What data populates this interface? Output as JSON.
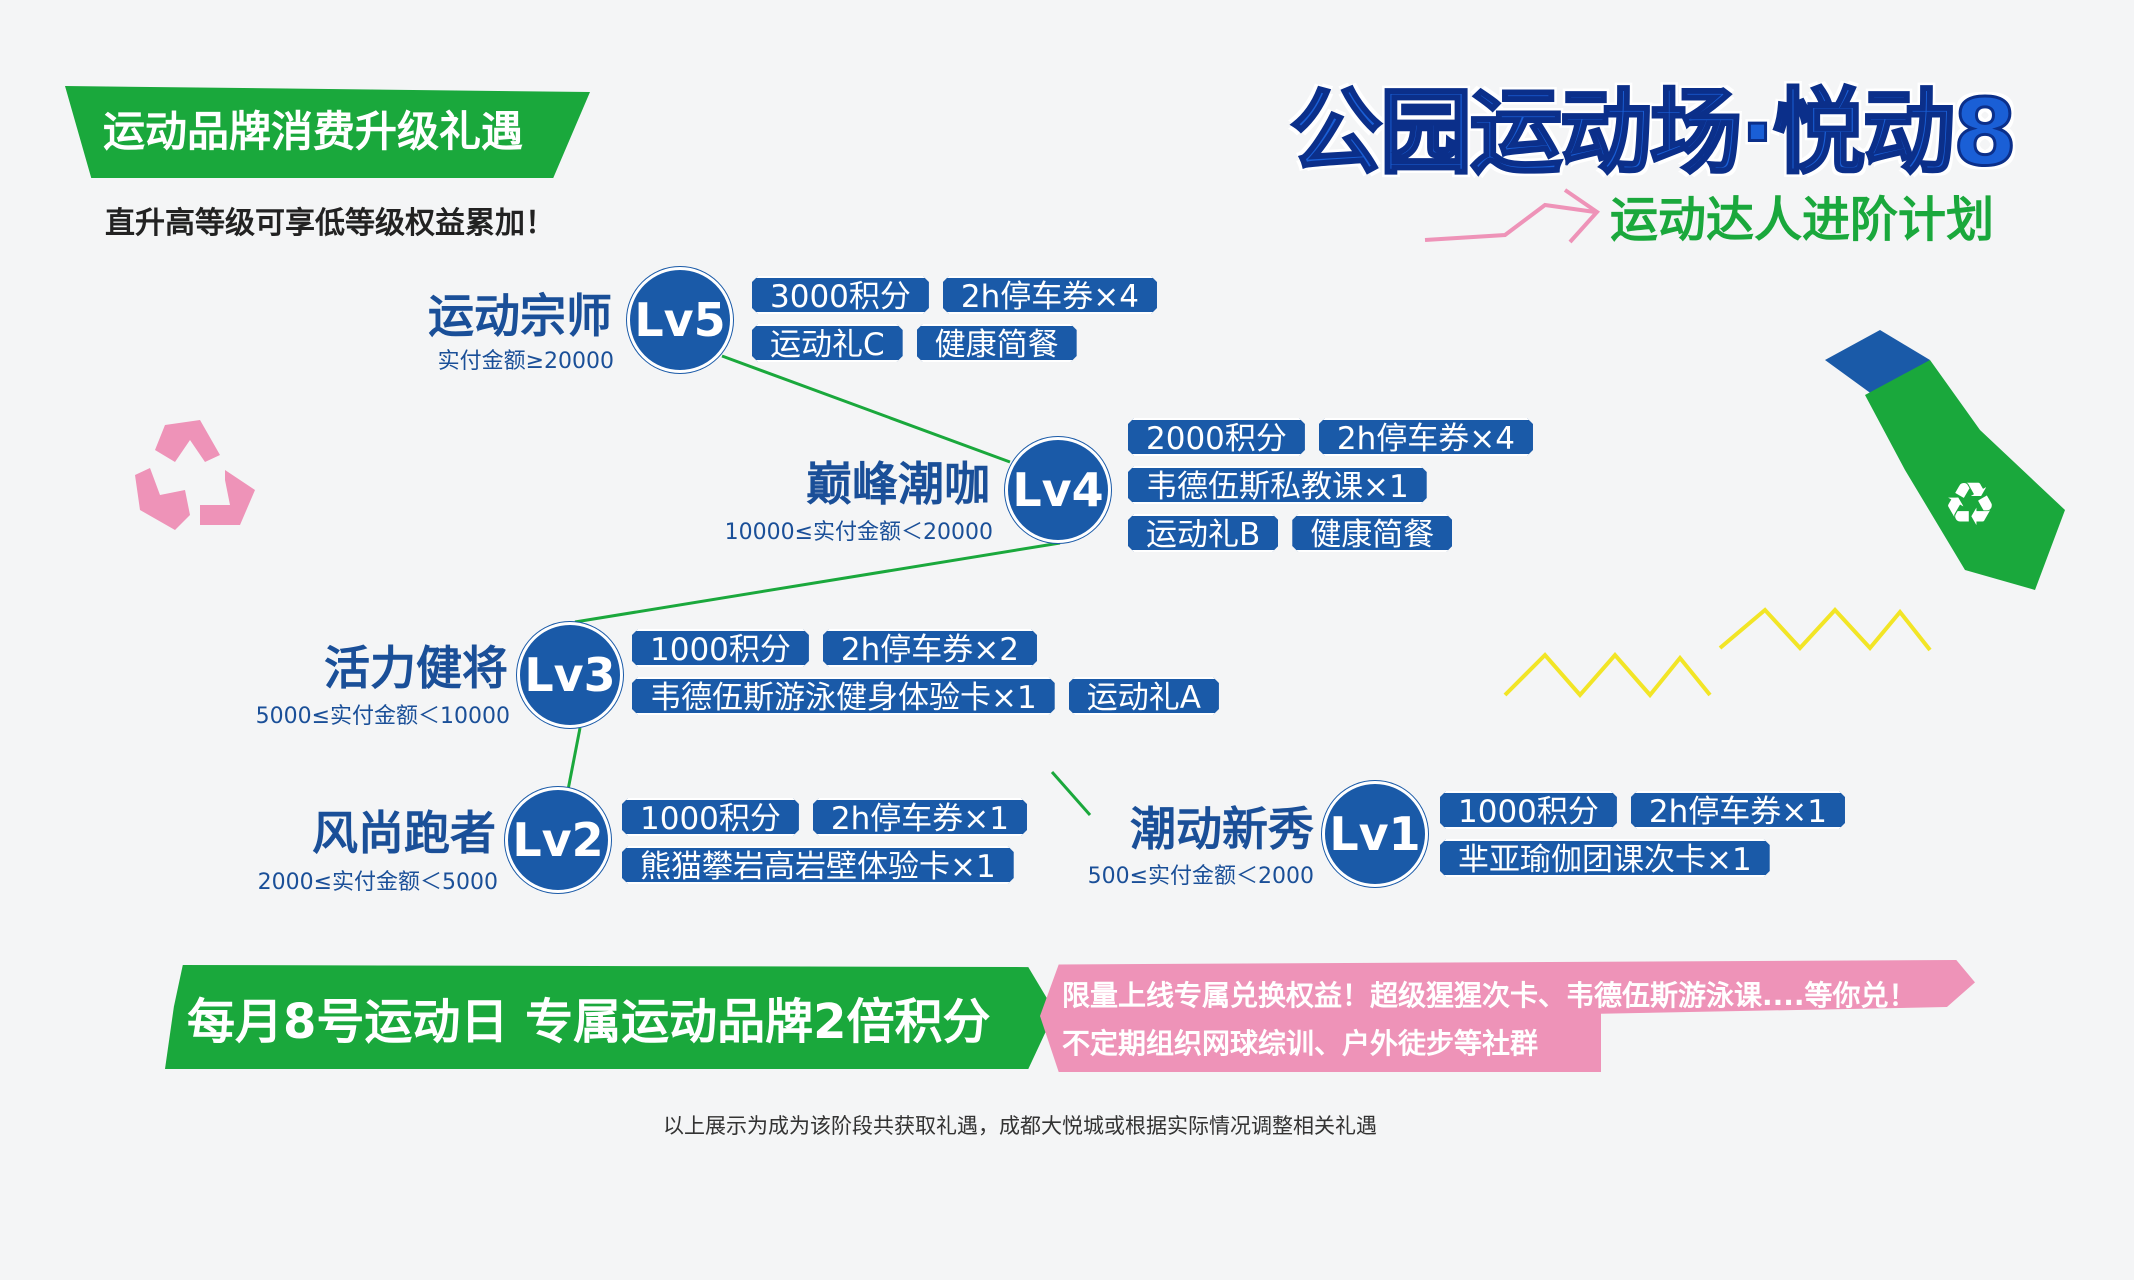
{
  "header": {
    "banner": "运动品牌消费升级礼遇",
    "subtitle": "直升高等级可享低等级权益累加！"
  },
  "title": {
    "main": "公园运动场·悦动8",
    "sub": "运动达人进阶计划"
  },
  "levels": [
    {
      "badge": "Lv5",
      "name": "运动宗师",
      "range": "实付金额≥20000",
      "rows": [
        [
          "3000积分",
          "2h停车券×4"
        ],
        [
          "运动礼C",
          "健康简餐"
        ]
      ]
    },
    {
      "badge": "Lv4",
      "name": "巅峰潮咖",
      "range": "10000≤实付金额＜20000",
      "rows": [
        [
          "2000积分",
          "2h停车券×4"
        ],
        [
          "韦德伍斯私教课×1"
        ],
        [
          "运动礼B",
          "健康简餐"
        ]
      ]
    },
    {
      "badge": "Lv3",
      "name": "活力健将",
      "range": "5000≤实付金额＜10000",
      "rows": [
        [
          "1000积分",
          "2h停车券×2"
        ],
        [
          "韦德伍斯游泳健身体验卡×1",
          "运动礼A"
        ]
      ]
    },
    {
      "badge": "Lv2",
      "name": "风尚跑者",
      "range": "2000≤实付金额＜5000",
      "rows": [
        [
          "1000积分",
          "2h停车券×1"
        ],
        [
          "熊猫攀岩高岩壁体验卡×1"
        ]
      ]
    },
    {
      "badge": "Lv1",
      "name": "潮动新秀",
      "range": "500≤实付金额＜2000",
      "rows": [
        [
          "1000积分",
          "2h停车券×1"
        ],
        [
          "芈亚瑜伽团课次卡×1"
        ]
      ]
    }
  ],
  "promo": {
    "green": "每月8号运动日  专属运动品牌2倍积分",
    "pink_line1": "限量上线专属兑换权益！超级猩猩次卡、韦德伍斯游泳课....等你兑！",
    "pink_line2": "不定期组织网球综训、户外徒步等社群"
  },
  "footer": "以上展示为成为该阶段共获取礼遇，成都大悦城或根据实际情况调整相关礼遇",
  "colors": {
    "blue": "#1a5aa8",
    "green": "#1aa83c",
    "pink": "#ee93b8",
    "yellow": "#f2e526"
  }
}
